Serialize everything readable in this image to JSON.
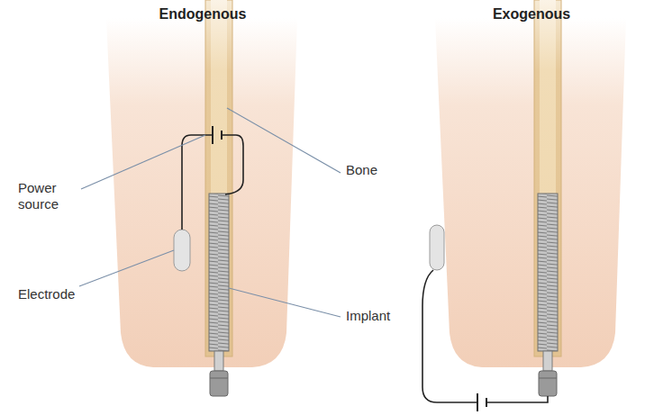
{
  "diagram": {
    "labels": [
      "Endogenous",
      "Exogenous",
      "Power source",
      "Bone",
      "Electrode",
      "Implant"
    ]
  }
}
